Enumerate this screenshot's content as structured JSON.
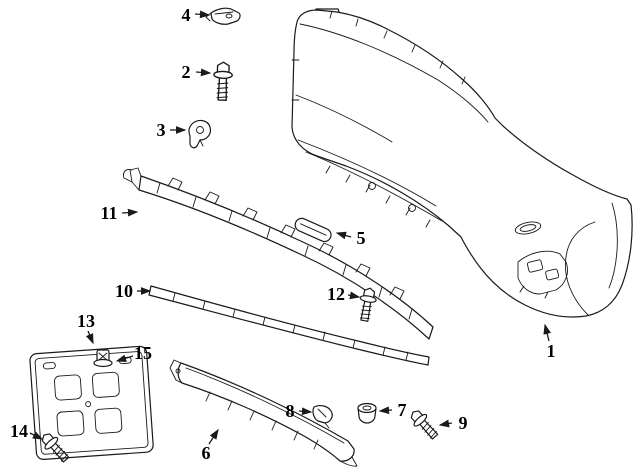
{
  "diagram": {
    "kind": "exploded-parts-diagram",
    "background_color": "#ffffff",
    "line_color": "#1a1a1a",
    "callouts": [
      {
        "label": "1"
      },
      {
        "label": "2"
      },
      {
        "label": "3"
      },
      {
        "label": "4"
      },
      {
        "label": "5"
      },
      {
        "label": "6"
      },
      {
        "label": "7"
      },
      {
        "label": "8"
      },
      {
        "label": "9"
      },
      {
        "label": "10"
      },
      {
        "label": "11"
      },
      {
        "label": "12"
      },
      {
        "label": "13"
      },
      {
        "label": "14"
      },
      {
        "label": "15"
      }
    ]
  }
}
